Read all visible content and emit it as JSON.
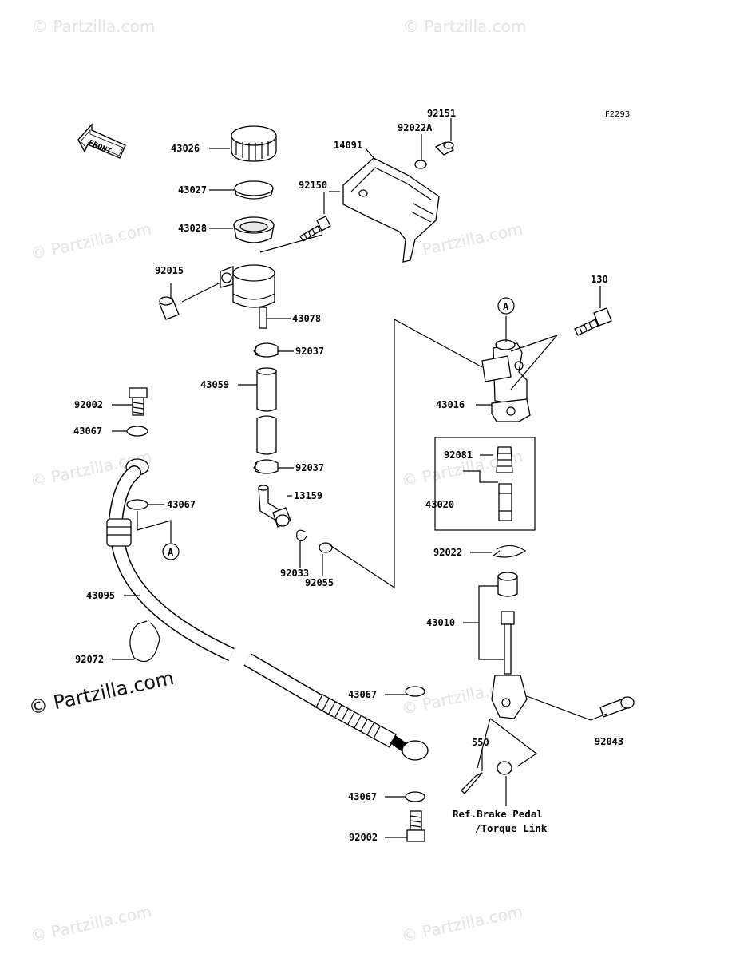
{
  "diagram": {
    "figure_code": "F2293",
    "front_label": "FRONT",
    "watermark": "© Partzilla.com",
    "callout_a": "A",
    "part_numbers": {
      "p43026": "43026",
      "p43027": "43027",
      "p43028": "43028",
      "p92015": "92015",
      "p43078": "43078",
      "p92037a": "92037",
      "p43059": "43059",
      "p92037b": "92037",
      "p13159": "13159",
      "p92033": "92033",
      "p92055": "92055",
      "p92150": "92150",
      "p14091": "14091",
      "p92022A": "92022A",
      "p92151": "92151",
      "p130": "130",
      "p43016": "43016",
      "p92081": "92081",
      "p43020": "43020",
      "p92022": "92022",
      "p43010": "43010",
      "p92043": "92043",
      "p550": "550",
      "p92002a": "92002",
      "p43067a": "43067",
      "p43067b": "43067",
      "p43095": "43095",
      "p92072": "92072",
      "p43067c": "43067",
      "p43067d": "43067",
      "p92002b": "92002"
    },
    "ref_note_line1": "Ref.Brake Pedal",
    "ref_note_line2": "/Torque Link"
  }
}
